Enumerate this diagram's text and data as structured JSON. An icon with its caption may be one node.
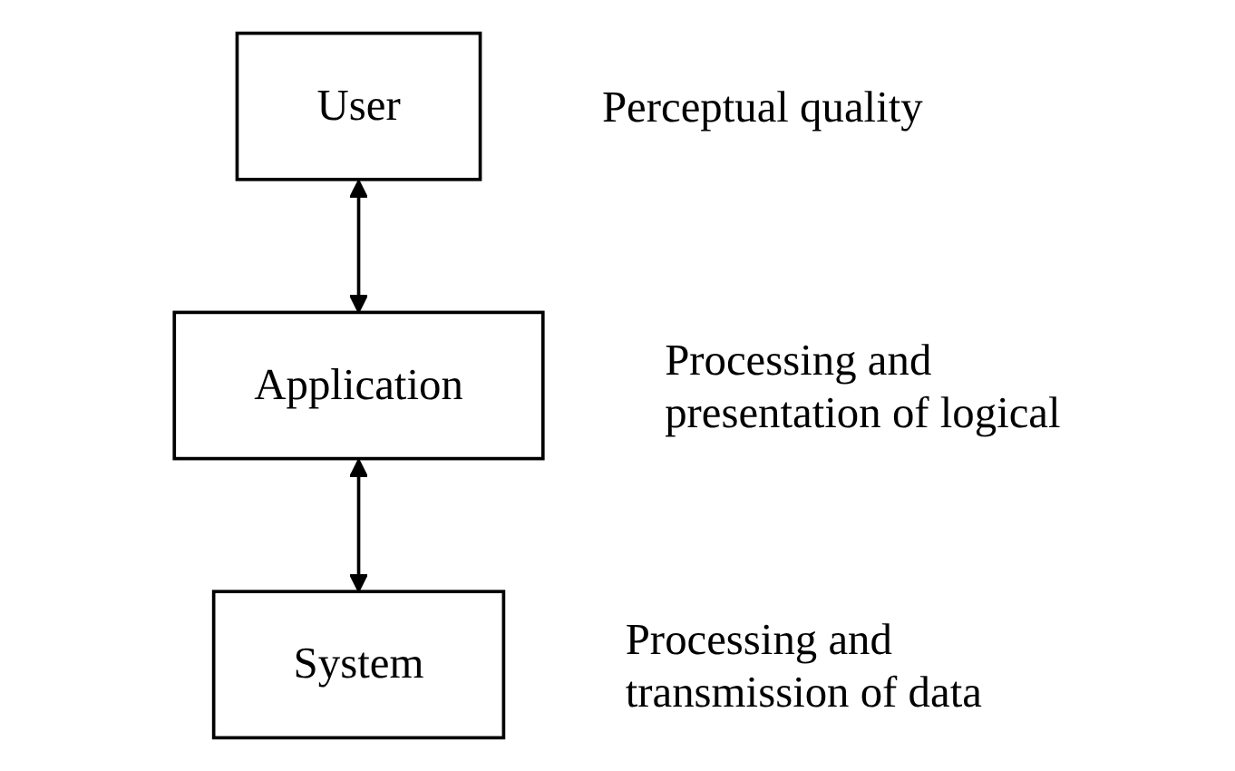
{
  "diagram": {
    "nodes": [
      {
        "text": [
          "User"
        ],
        "beside": [
          "Perceptual quality"
        ]
      },
      {
        "text": [
          "Application"
        ],
        "beside": [
          "Processing and presentation of logical"
        ]
      },
      {
        "text": [
          "System"
        ],
        "beside": [
          "Processing and transmission of data"
        ]
      }
    ],
    "edges": [
      {
        "from": 0,
        "to": 1,
        "arrow": "both"
      },
      {
        "from": 1,
        "to": 2,
        "arrow": "both"
      }
    ]
  }
}
